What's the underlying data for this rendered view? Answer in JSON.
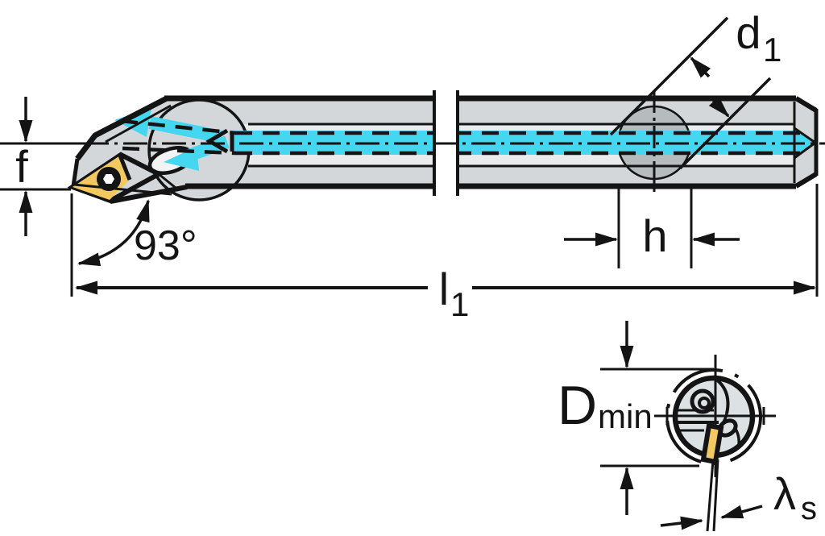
{
  "title": "Boring bar with screw-clamped insert — dimensional line drawing",
  "labels": {
    "f": "f",
    "approach_angle": "93°",
    "length_main": "l",
    "length_sub": "1",
    "hole_dia_main": "d",
    "hole_dia_sub": "1",
    "hole_offset": "h",
    "min_bore_main": "D",
    "min_bore_sub": "min",
    "inclination_main": "λ",
    "inclination_sub": "s"
  },
  "colors": {
    "outline": "#141414",
    "coolant": "#45D6F0",
    "insert": "#F2C860",
    "body": "#D3D7D9",
    "body_light": "#E9EBEC",
    "cross_hole": "#B6BCBE",
    "end_face": "#DCE1E3",
    "background": "#FFFFFF"
  }
}
